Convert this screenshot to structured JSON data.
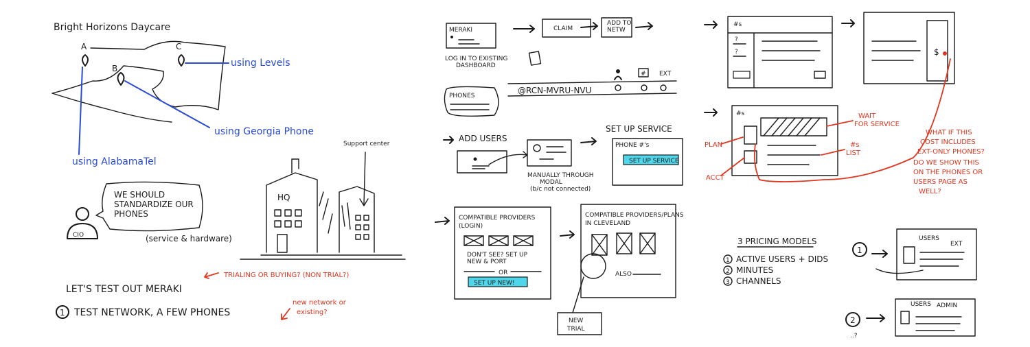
{
  "left": {
    "title": "Bright Horizons Daycare",
    "pin_a": "A",
    "pin_b": "B",
    "pin_c": "C",
    "using_levels": "using Levels",
    "using_georgia": "using Georgia Phone",
    "using_alabama": "using AlabamaTel",
    "support_center": "Support center",
    "hq": "HQ",
    "cio": "CIO",
    "speech_1": "WE SHOULD",
    "speech_2": "STANDARDIZE OUR",
    "speech_3": "PHONES",
    "service_hw": "(service & hardware)",
    "trialing": "TRIALING OR BUYING? (NON TRIAL?)",
    "lets_test": "LET'S TEST OUT MERAKI",
    "step_one": "1",
    "test_network": "TEST NETWORK, A FEW PHONES",
    "new_network_1": "new network or",
    "new_network_2": "existing?"
  },
  "middle": {
    "box_meraki": "MERAKI",
    "claim": "CLAIM",
    "add_to_1": "ADD TO",
    "add_to_2": "NETW",
    "login_1": "LOG IN TO EXISTING",
    "login_2": "DASHBOARD",
    "phones": "PHONES",
    "phone_id": "@RCN-MVRU-NVU",
    "ext": "EXT",
    "hash_header": "#",
    "add_users": "ADD USERS",
    "manually_1": "MANUALLY THROUGH",
    "manually_2": "MODAL",
    "manually_3": "(b/c not connected)",
    "setup_service": "SET UP SERVICE",
    "phone_hash": "PHONE #'s",
    "setup_service_btn": "SET UP SERVICE",
    "compat_1": "COMPATIBLE PROVIDERS",
    "compat_2": "(LOGIN)",
    "dont_see_1": "DON'T SEE? SET UP",
    "dont_see_2": "NEW & PORT",
    "or": "OR",
    "setup_new_btn": "SET UP NEW!",
    "compat_plans_1": "COMPATIBLE PROVIDERS/PLANS",
    "compat_plans_2": "IN CLEVELAND",
    "also": "ALSO",
    "new_1": "NEW",
    "new_2": "TRIAL"
  },
  "right": {
    "hash_s": "#s",
    "q1": "?",
    "q2": "?",
    "dollar": "$",
    "hash_s2": "#s",
    "wait_1": "WAIT",
    "wait_2": "FOR SERVICE",
    "plan": "PLAN",
    "acct": "ACCT",
    "list_1": "#s",
    "list_2": "LIST",
    "whatif_1": "WHAT IF THIS",
    "whatif_2": "COST INCLUDES",
    "whatif_3": "EXT-ONLY PHONES?",
    "whatif_4": "DO WE SHOW THIS",
    "whatif_5": "ON THE PHONES OR",
    "whatif_6": "USERS PAGE AS",
    "whatif_7": "WELL?",
    "pricing_title": "3 PRICING MODELS",
    "pm1_num": "1",
    "pm1": "ACTIVE USERS + DIDS",
    "pm2_num": "2",
    "pm2": "MINUTES",
    "pm3_num": "3",
    "pm3": "CHANNELS",
    "r1_num": "1",
    "users_1": "USERS",
    "ext_1": "EXT",
    "r2_num": "2",
    "users_2": "USERS",
    "admin": "ADMIN",
    "dots_q": "..?"
  }
}
